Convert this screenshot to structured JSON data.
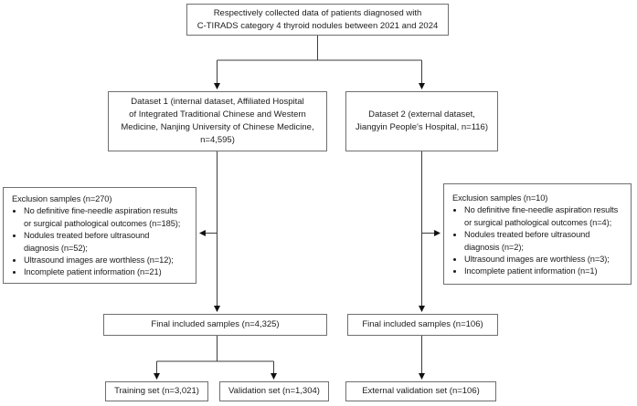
{
  "colors": {
    "background": "#ffffff",
    "box_border": "#6f6f6f",
    "connector": "#3d3d3d",
    "arrowhead": "#111111",
    "text": "#1c1c1c"
  },
  "flowchart": {
    "collected": {
      "text": "Respectively collected data of patients diagnosed with\nC-TIRADS category 4 thyroid nodules between 2021 and 2024"
    },
    "dataset1": {
      "text": "Dataset 1 (internal dataset, Affiliated Hospital\nof Integrated Traditional Chinese and Western\nMedicine, Nanjing University of Chinese Medicine,\nn=4,595)"
    },
    "dataset2": {
      "text": "Dataset 2 (external dataset,\nJiangyin People's Hospital, n=116)"
    },
    "exclusion_internal": {
      "title": "Exclusion samples (n=270)",
      "items": [
        "No definitive fine-needle aspiration results\nor surgical pathological outcomes (n=185);",
        "Nodules treated before ultrasound\ndiagnosis (n=52);",
        "Ultrasound images are worthless (n=12);",
        "Incomplete patient information (n=21)"
      ]
    },
    "exclusion_external": {
      "title": "Exclusion samples (n=10)",
      "items": [
        "No definitive fine-needle aspiration results\nor surgical pathological outcomes (n=4);",
        "Nodules treated before ultrasound\ndiagnosis (n=2);",
        "Ultrasound images are worthless (n=3);",
        "Incomplete patient information (n=1)"
      ]
    },
    "final_internal": {
      "text": "Final included samples (n=4,325)"
    },
    "final_external": {
      "text": "Final included samples (n=106)"
    },
    "training": {
      "text": "Training set (n=3,021)"
    },
    "validation": {
      "text": "Validation set (n=1,304)"
    },
    "external_validation": {
      "text": "External validation set (n=106)"
    }
  }
}
